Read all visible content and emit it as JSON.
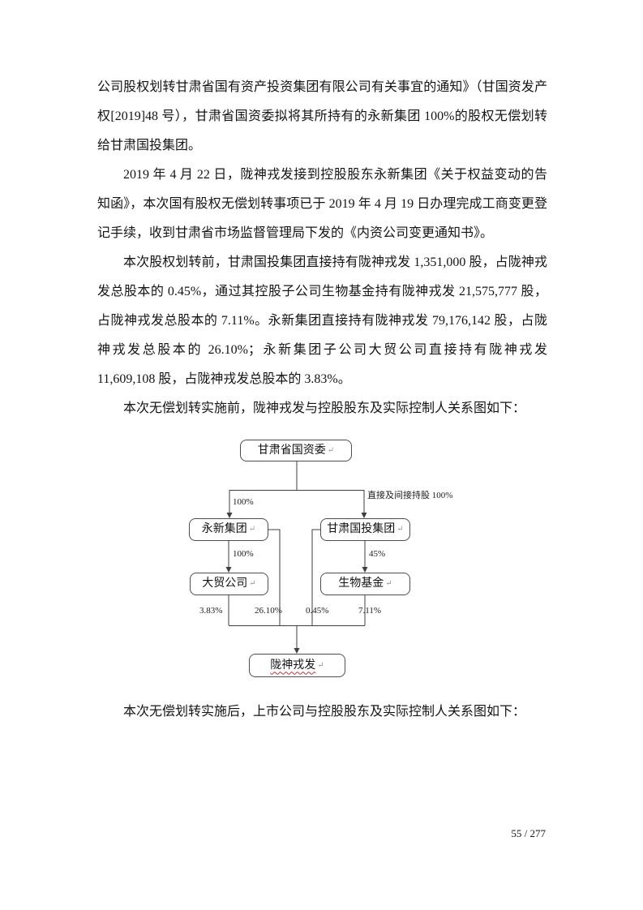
{
  "page": {
    "number": "55 / 277"
  },
  "paragraphs": {
    "p1": "公司股权划转甘肃省国有资产投资集团有限公司有关事宜的通知》（甘国资发产权[2019]48 号），甘肃省国资委拟将其所持有的永新集团 100%的股权无偿划转给甘肃国投集团。",
    "p2": "2019 年 4 月 22 日，陇神戎发接到控股股东永新集团《关于权益变动的告知函》，本次国有股权无偿划转事项已于 2019 年 4 月 19 日办理完成工商变更登记手续，收到甘肃省市场监督管理局下发的《内资公司变更通知书》。",
    "p3": "本次股权划转前，甘肃国投集团直接持有陇神戎发 1,351,000 股，占陇神戎发总股本的 0.45%，通过其控股子公司生物基金持有陇神戎发 21,575,777 股，占陇神戎发总股本的 7.11%。永新集团直接持有陇神戎发 79,176,142 股，占陇神戎发总股本的 26.10%；永新集团子公司大贸公司直接持有陇神戎发 11,609,108 股，占陇神戎发总股本的 3.83%。",
    "p4": "本次无偿划转实施前，陇神戎发与控股股东及实际控制人关系图如下：",
    "p5": "本次无偿划转实施后，上市公司与控股股东及实际控制人关系图如下："
  },
  "diagram": {
    "return_mark": "↵",
    "nodes": {
      "sasac": "甘肃省国资委",
      "yongxin": "永新集团",
      "guotou": "甘肃国投集团",
      "damao": "大贸公司",
      "shengwu": "生物基金",
      "longshen": "陇神戎发"
    },
    "edges": {
      "sasac_yongxin": "100%",
      "sasac_guotou": "直接及间接持股 100%",
      "yongxin_damao": "100%",
      "guotou_shengwu": "45%",
      "damao_longshen": "3.83%",
      "yongxin_longshen": "26.10%",
      "guotou_longshen": "0.45%",
      "shengwu_longshen": "7.11%"
    }
  }
}
